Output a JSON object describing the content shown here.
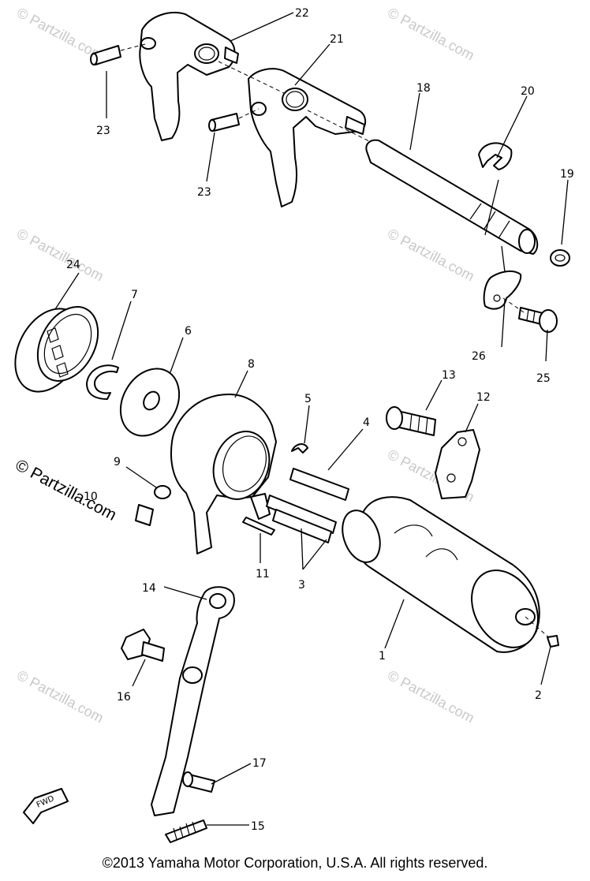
{
  "labels": {
    "p1": "1",
    "p2": "2",
    "p3": "3",
    "p4": "4",
    "p5": "5",
    "p6": "6",
    "p7": "7",
    "p8": "8",
    "p9": "9",
    "p10": "10",
    "p11": "11",
    "p12": "12",
    "p13": "13",
    "p14": "14",
    "p15": "15",
    "p16": "16",
    "p17": "17",
    "p18": "18",
    "p19": "19",
    "p20": "20",
    "p21": "21",
    "p22": "22",
    "p23a": "23",
    "p23b": "23",
    "p24": "24",
    "p25": "25",
    "p26": "26"
  },
  "watermark": {
    "text": "© Partzilla.com"
  },
  "fwd_badge": "FWD",
  "copyright": "©2013  Yamaha Motor Corporation, U.S.A. All rights reserved."
}
